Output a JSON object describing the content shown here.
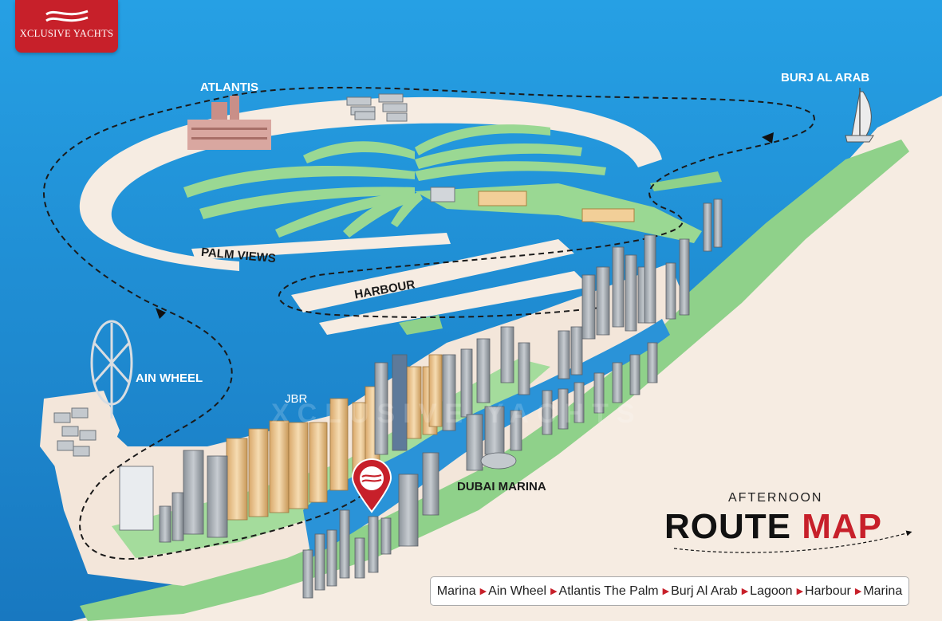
{
  "logo": {
    "brand": "XCLUSIVE YACHTS"
  },
  "labels": {
    "atlantis": "ATLANTIS",
    "burj_al_arab": "BURJ AL ARAB",
    "palm_views": "PALM VIEWS",
    "harbour": "HARBOUR",
    "ain_wheel": "AIN WHEEL",
    "jbr": "JBR",
    "dubai_marina": "DUBAI MARINA"
  },
  "title": {
    "small": "AFTERNOON",
    "big_part1": "ROUTE",
    "big_part2": "MAP"
  },
  "route": [
    "Marina",
    "Ain Wheel",
    "Atlantis The Palm",
    "Burj Al Arab",
    "Lagoon",
    "Harbour",
    "Marina"
  ],
  "watermark": "XCLUSIVE YACHTS",
  "colors": {
    "sea": "#1e8fd6",
    "sand": "#f5ebe0",
    "green": "#8fd18a",
    "brand_red": "#c7202a"
  }
}
